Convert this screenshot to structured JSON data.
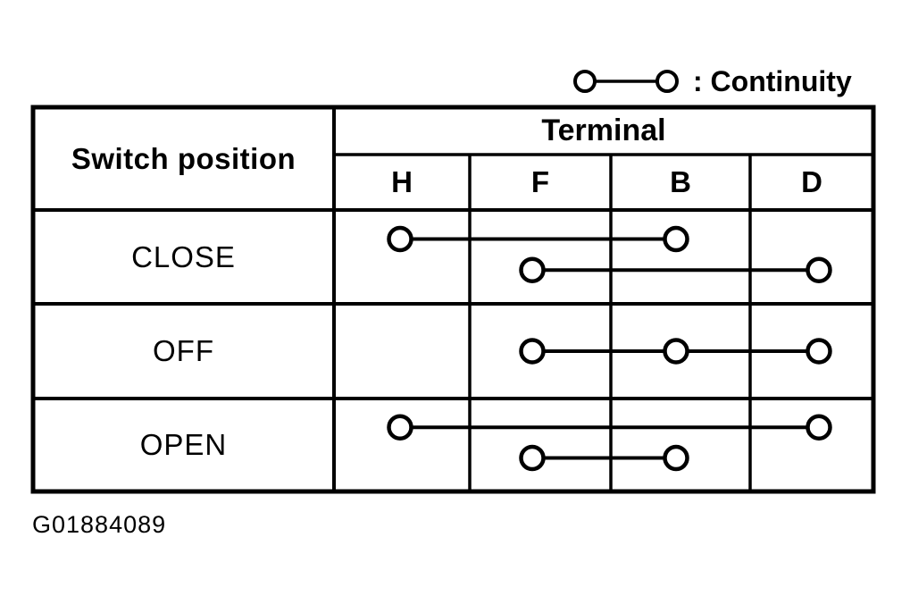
{
  "legend": {
    "label": ": Continuity"
  },
  "table": {
    "corner_header": "Switch position",
    "group_header": "Terminal",
    "terminals": [
      "H",
      "F",
      "B",
      "D"
    ],
    "rows": [
      {
        "position": "CLOSE",
        "connections": [
          [
            "H",
            "B"
          ],
          [
            "F",
            "D"
          ]
        ]
      },
      {
        "position": "OFF",
        "connections": [
          [
            "F",
            "B",
            "D"
          ]
        ]
      },
      {
        "position": "OPEN",
        "connections": [
          [
            "H",
            "D"
          ],
          [
            "F",
            "B"
          ]
        ]
      }
    ]
  },
  "figure_code": "G01884089",
  "colors": {
    "ink": "#000000",
    "paper": "#ffffff"
  }
}
